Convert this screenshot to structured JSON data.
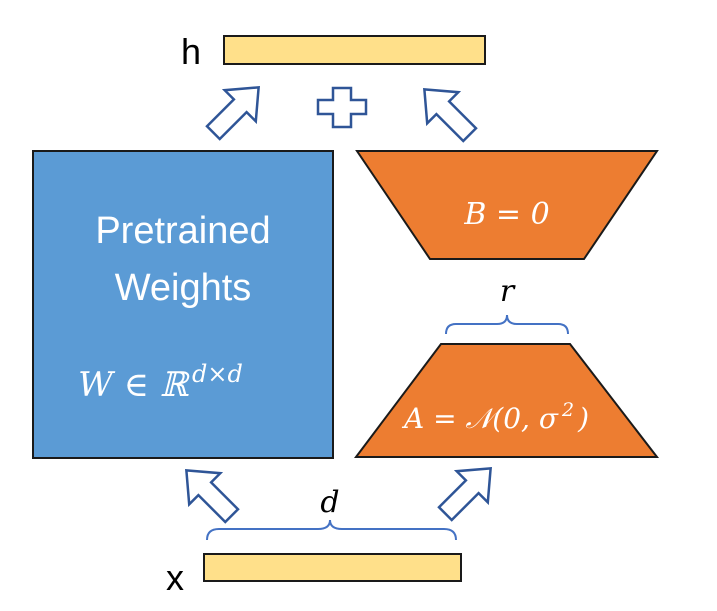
{
  "labels": {
    "h": "h",
    "x": "x",
    "pretrained_line1": "Pretrained",
    "pretrained_line2": "Weights",
    "w_formula": "W ∈ ℝ",
    "w_superscript": "d×d",
    "b_formula": "B = 0",
    "a_formula_main": "A = 𝒩(0, σ",
    "a_formula_sup": "2",
    "a_formula_close": ")",
    "r": "r",
    "d": "d"
  },
  "colors": {
    "weights_fill": "#5B9BD5",
    "lora_fill": "#ED7D31",
    "vector_fill": "#FFE08A",
    "outline": "#2F5597",
    "dark_outline": "#1a1a1a",
    "text_white": "#ffffff",
    "text_dark": "#000000",
    "brace": "#4472C4"
  },
  "icons": {
    "plus": "plus-icon",
    "arrow": "hollow-arrow-icon"
  }
}
